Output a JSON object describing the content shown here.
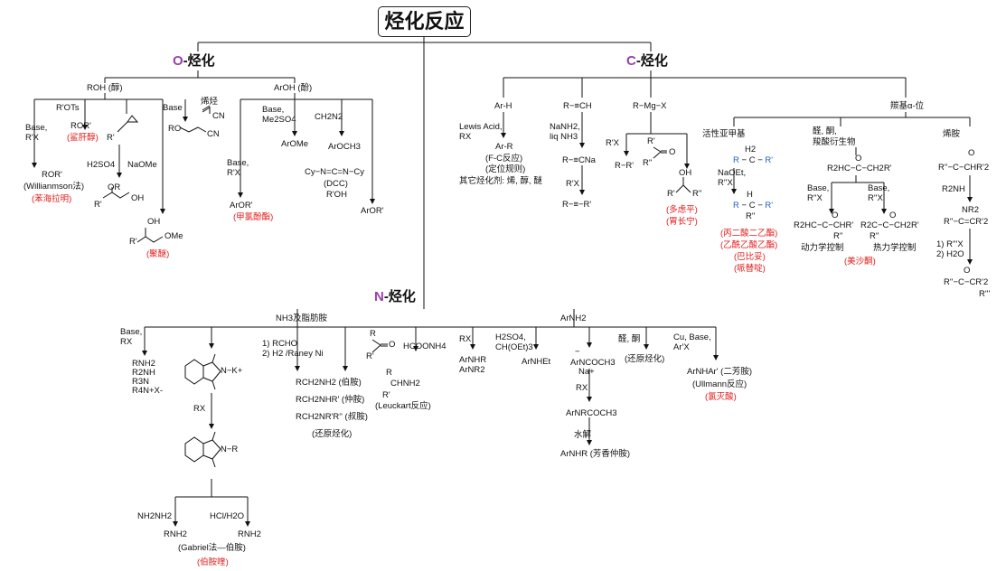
{
  "title": "烃化反应",
  "sections": {
    "o": {
      "letter": "O",
      "suffix": "-烃化"
    },
    "c": {
      "letter": "C",
      "suffix": "-烃化"
    },
    "n": {
      "letter": "N",
      "suffix": "-烃化"
    }
  },
  "o_branch": {
    "roh": "ROH (醇)",
    "aroh": "ArOH (酚)",
    "rots": "R'OTs",
    "ror1": "ROR'",
    "ror1_name": "(鲨肝醇)",
    "base_rx": "Base,\nR'X",
    "ror2": "ROR'",
    "williamson": "(Willianmson法)",
    "williamson_red": "(苯海拉明)",
    "base": "Base",
    "alkene": "烯烃",
    "cn": "CN",
    "ro": "RO",
    "epoxide_r": "R'",
    "h2so4": "H2SO4",
    "naome": "NaOMe",
    "or_label": "OR",
    "oh_label": "OH",
    "r_label": "R'",
    "oh2": "OH",
    "ome": "OMe",
    "poly_name": "(聚醚)",
    "base_me2so4": "Base,\nMe2SO4",
    "ch2n2": "CH2N2",
    "arome": "ArOMe",
    "aroch3": "ArOCH3",
    "dcc_formula": "Cy−N=C=N−Cy",
    "dcc": "(DCC)",
    "roh2": "R'OH",
    "base_rx2": "Base,\nR'X",
    "aror1": "ArOR'",
    "aror1_name": "(甲氯酚酯)",
    "aror2": "ArOR'"
  },
  "c_branch": {
    "arh": "Ar-H",
    "alkyne": "R−≡CH",
    "grignard": "R−Mg−X",
    "carbonyl_alpha": "羰基α-位",
    "lewis": "Lewis Acid,\nRX",
    "arr": "Ar-R",
    "fc": "(F-C反应)",
    "loc_rule": "(定位规则)",
    "other_reagent": "其它烃化剂: 烯, 醇, 醚",
    "nanh2": "NaNH2,\nliq NH3",
    "acetylide": "R−≡CNa",
    "rx": "R'X",
    "dialkyne": "R−≡−R'",
    "rx2": "R'X",
    "rr": "R−R'",
    "ketone_r1": "R'",
    "ketone_r2": "R''",
    "ketone_o": "O",
    "alcohol_oh": "OH",
    "alcohol_r1": "R'",
    "alcohol_r2": "R''",
    "red1": "(多虑平)",
    "red2": "(胃长宁)",
    "active_methylene": "活性亚甲基",
    "h2": "H2",
    "ketone_aldehyde": "醛, 酮,",
    "carboxyl_deriv": "羧酸衍生物",
    "enamine": "烯胺",
    "rcr": "R−C−R'",
    "naoet": "NaOEt,\nR''X",
    "h_label": "H",
    "rcr2": "R−C−R'",
    "r2_label": "R''",
    "red3": "(丙二酸二乙酯)",
    "red4": "(乙酰乙酸乙酯)",
    "red5": "(巴比妥)",
    "red6": "(哌替啶)",
    "dk": "R2HC−C−CH2R'",
    "base_rx_a": "Base,\nR''X",
    "base_rx_b": "Base,\nR''X",
    "kinetic_form": "R2HC−C−CHR'",
    "thermo_form": "R2C−C−CH2R'",
    "kinetic_r": "R''",
    "thermo_r": "R''",
    "kinetic": "动力学控制",
    "thermo": "热力学控制",
    "red7": "(美沙酮)",
    "enamine_start": "R''−C−CHR'2",
    "r2nh": "R2NH",
    "nr2": "NR2",
    "enamine_mid": "R''−C=CR'2",
    "steps": "1) R'''X\n2) H2O",
    "enamine_end": "R''−C−CR'2",
    "rtriple": "R'''"
  },
  "n_branch": {
    "nh3": "NH3及脂肪胺",
    "arnh2": "ArNH2",
    "base_rx": "Base,\nRX",
    "amines": "RNH2\nR2NH\nR3N\nR4N+X-",
    "phth_k": "N−K+",
    "rx": "RX",
    "phth_r": "N−R",
    "nh2nh2": "NH2NH2",
    "hcl": "HCl/H2O",
    "rnh2_a": "RNH2",
    "rnh2_b": "RNH2",
    "gabriel": "(Gabriel法—伯胺)",
    "gabriel_red": "(伯胺喹)",
    "rcho_steps": "1) RCHO\n2) H2 /Raney Ni",
    "rch2nh2": "RCH2NH2 (伯胺)",
    "rch2nhr": "RCH2NHR' (仲胺)",
    "rch2nrr": "RCH2NR'R'' (叔胺)",
    "reductive": "(还原烃化)",
    "ketone_r": "R",
    "ketone_r2": "R'",
    "hcoonh4": "HCOONH4",
    "leuckart_r": "R",
    "leuckart_formula": "CHNH2",
    "leuckart_r2": "R'",
    "leuckart": "(Leuckart反应)",
    "rx2": "RX",
    "arnhr": "ArNHR\nArNR2",
    "h2so4": "H2SO4,\nCH(OEt)3",
    "arnhet": "ArNHEt",
    "ncoch3": "ArNCOCH3",
    "minus": "−",
    "na": "Na+",
    "rx3": "RX",
    "arnrcoch3": "ArNRCOCH3",
    "hydrolysis": "水解",
    "arnhr_final": "ArNHR (芳香仲胺)",
    "ketone_cond": "醛, 酮",
    "reductive2": "(还原烃化)",
    "cu_base": "Cu, Base,\nAr'X",
    "ullmann_product": "ArNHAr' (二芳胺)",
    "ullmann": "(Ullmann反应)",
    "ullmann_red": "(氯灭酸)"
  }
}
